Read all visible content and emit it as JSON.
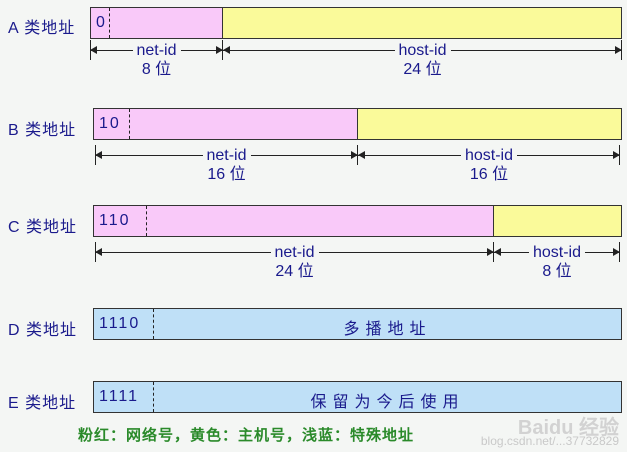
{
  "rows": [
    {
      "label": "A 类地址",
      "bits": "0",
      "net_label": "net-id",
      "net_size": "8 位",
      "host_label": "host-id",
      "host_size": "24 位"
    },
    {
      "label": "B 类地址",
      "bits": "10",
      "net_label": "net-id",
      "net_size": "16 位",
      "host_label": "host-id",
      "host_size": "16 位"
    },
    {
      "label": "C 类地址",
      "bits": "110",
      "net_label": "net-id",
      "net_size": "24 位",
      "host_label": "host-id",
      "host_size": "8 位"
    },
    {
      "label": "D 类地址",
      "bits": "1110",
      "text": "多播地址"
    },
    {
      "label": "E 类地址",
      "bits": "1111",
      "text": "保留为今后使用"
    }
  ],
  "legend": "粉红：网络号，黄色：主机号，浅蓝：特殊地址",
  "watermark": {
    "logo": "Baidu 经验",
    "sub": "blog.csdn.net/...37732829"
  },
  "colors": {
    "net": "#f9c9f9",
    "host": "#fafa9a",
    "special": "#bfe0f7",
    "text": "#1a1a8c",
    "legend": "#2a8a2a"
  }
}
